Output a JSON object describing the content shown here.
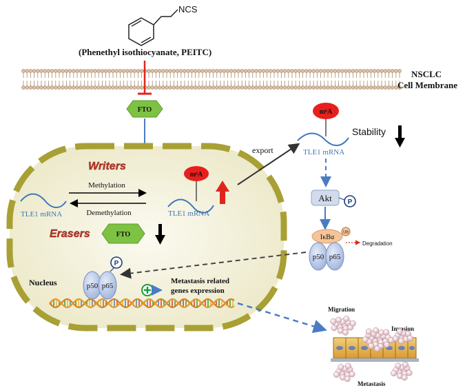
{
  "compound": {
    "formula_group": "NCS",
    "name": "(Phenethyl isothiocyanate, PEITC)"
  },
  "membrane": {
    "label_line1": "NSCLC",
    "label_line2": "Cell Membrane"
  },
  "fto_top": "FTO",
  "fto_nucleus": "FTO",
  "export_label": "export",
  "outside": {
    "m6a": "m⁶A",
    "mrna": "TLE1 mRNA",
    "stability": "Stability",
    "akt": "Akt",
    "phospho": "P",
    "ikba": "IκBα",
    "ub": "Ub",
    "degradation": "Degradation",
    "p50": "p50",
    "p65": "p65"
  },
  "nucleus": {
    "writers": "Writers",
    "erasers": "Erasers",
    "methylation": "Methylation",
    "demethylation": "Demethylation",
    "mrna_left": "TLE1 mRNA",
    "mrna_right": "TLE1 mRNA",
    "m6a": "m⁶A",
    "label": "Nucleus",
    "p50": "p50",
    "p65": "p65",
    "phospho": "P",
    "genes_line1": "Metastasis related",
    "genes_line2": "genes expression"
  },
  "outcomes": {
    "migration": "Migration",
    "invasion": "Invasion",
    "metastasis": "Metastasis"
  },
  "colors": {
    "fto_fill": "#7dc242",
    "m6a_fill": "#e8201c",
    "wave_blue": "#3f77b8",
    "nucleus_fill": "#f3f1dc",
    "nucleus_border": "#a8a034",
    "writers_red": "#c0392b",
    "protein_fill": "#b9c9ea",
    "akt_fill": "#d1dbec",
    "ikb_fill": "#f5c49a",
    "plus_green": "#1a9a3a"
  }
}
